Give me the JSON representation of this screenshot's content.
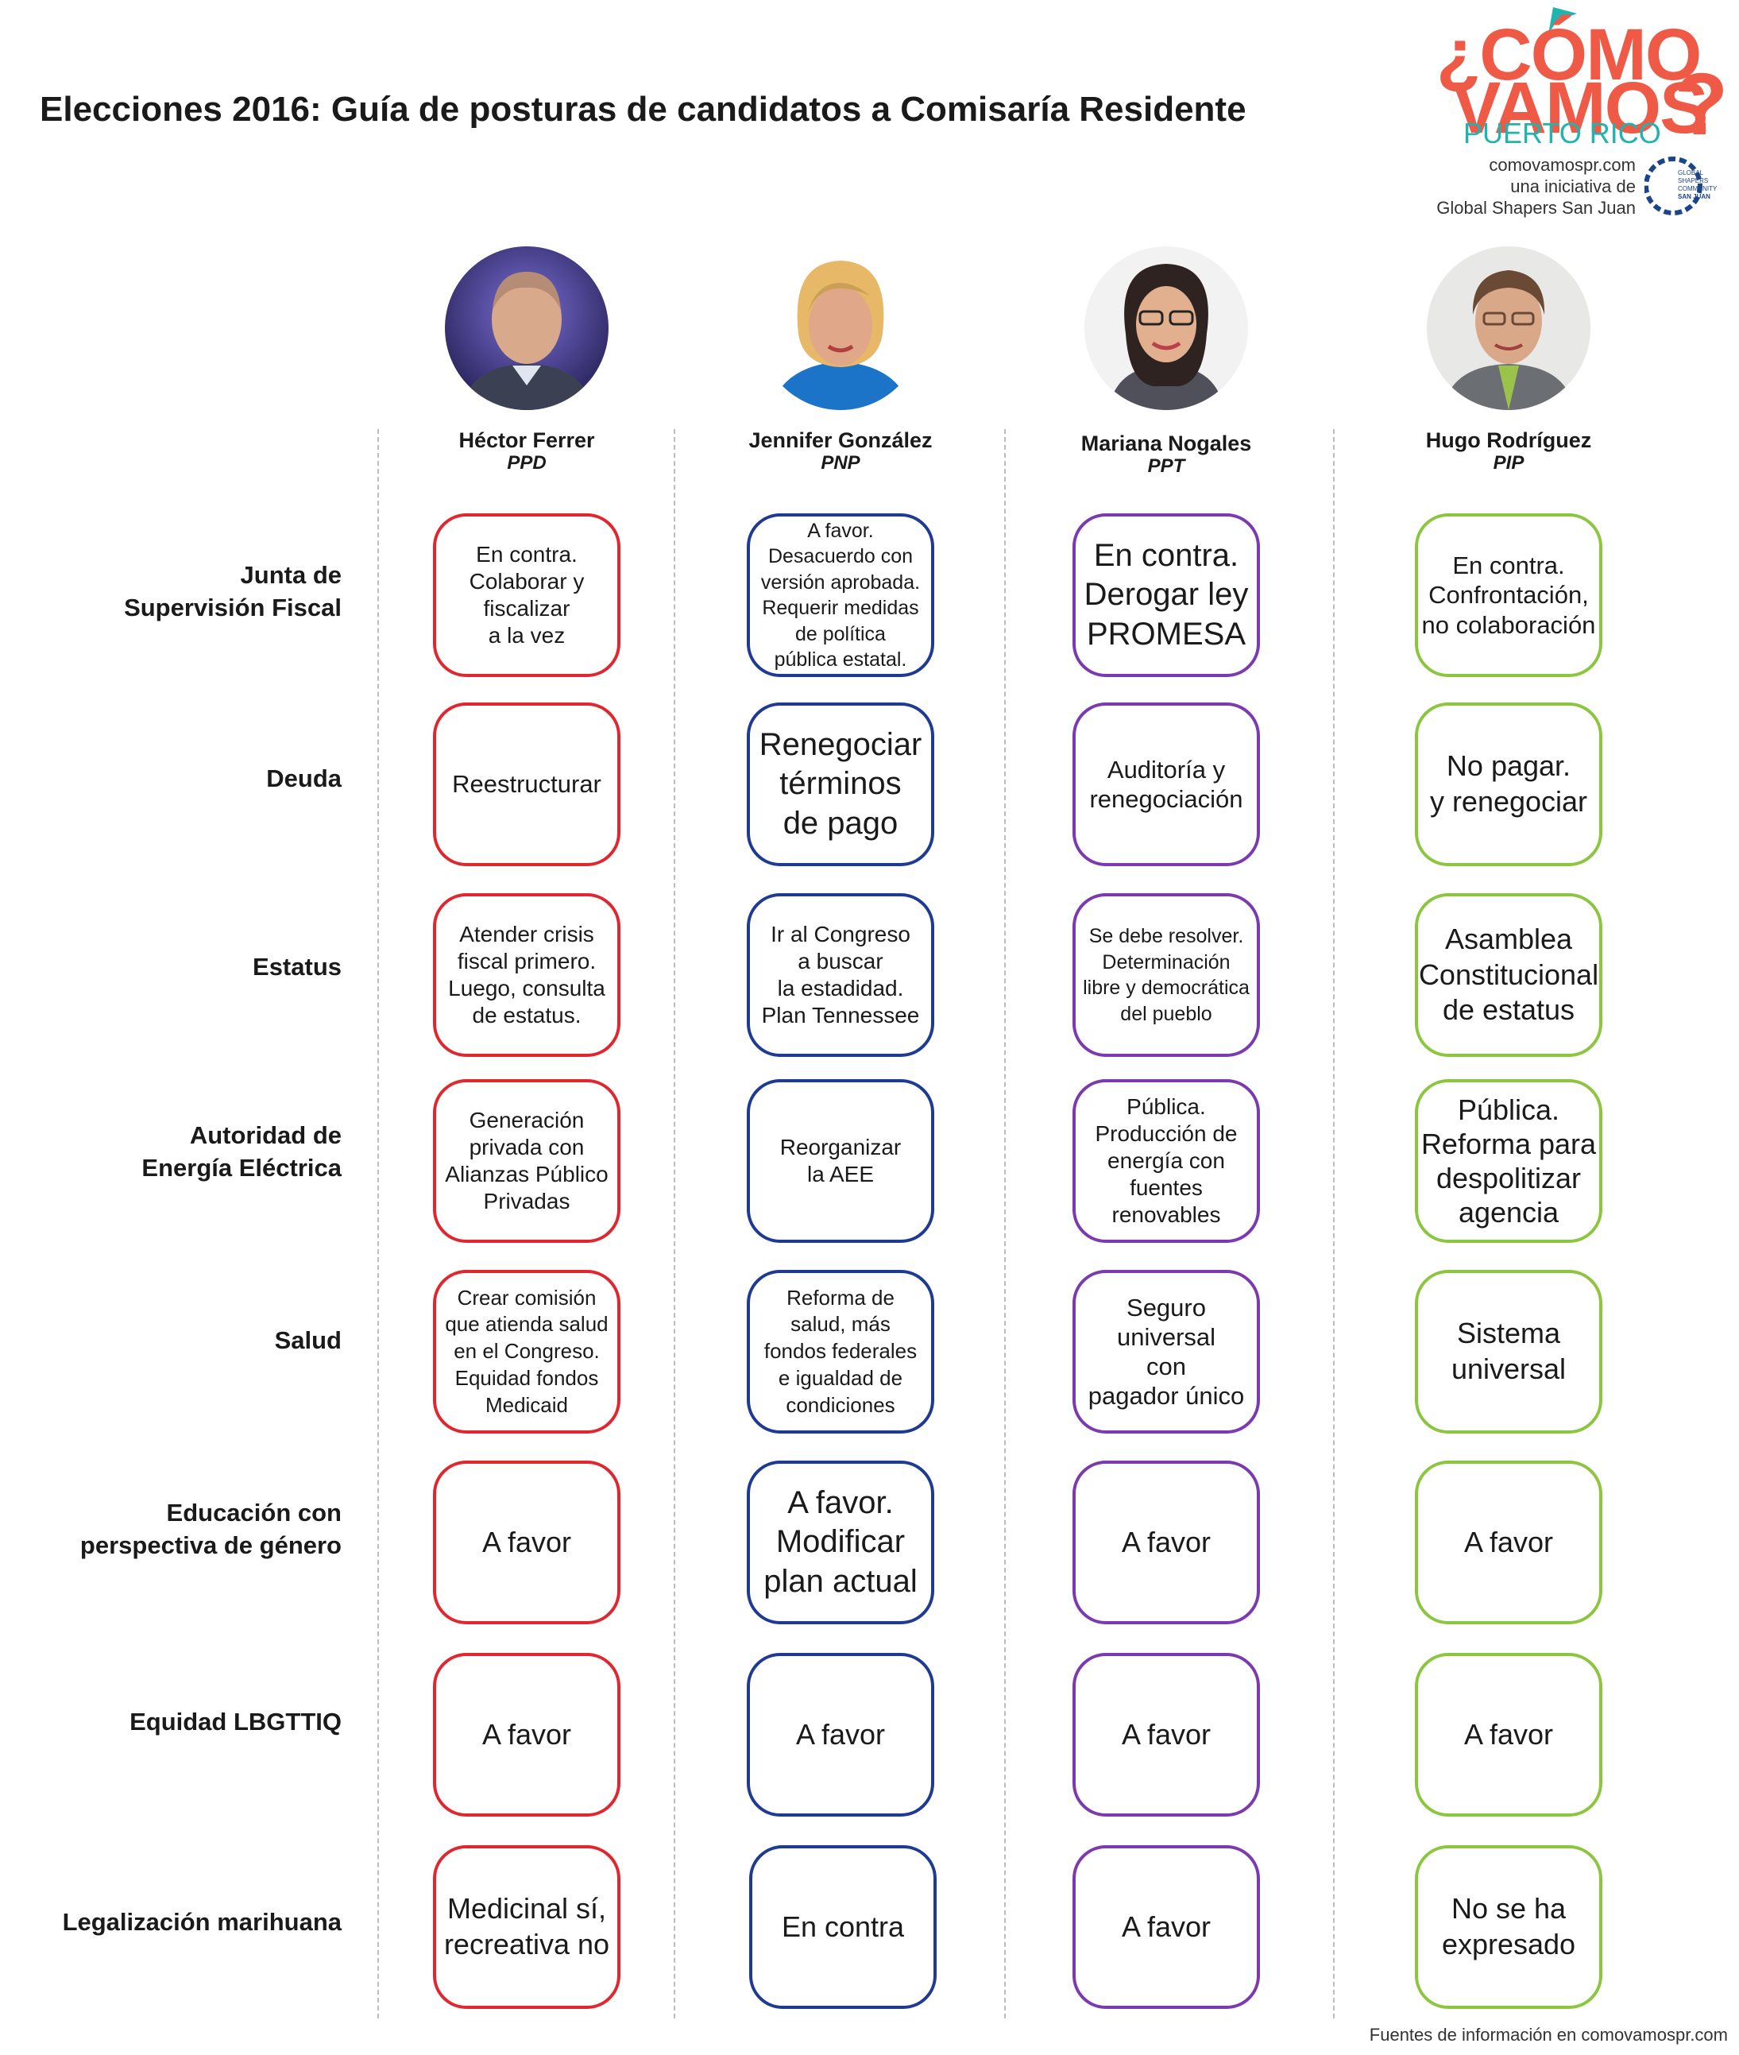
{
  "title": "Elecciones 2016: Guía de posturas de candidatos a Comisaría Residente",
  "logo": {
    "line1": "¿CÓMO",
    "line2": "VAMOS",
    "qmark": "?",
    "subtitle": "PUERTO RICO",
    "website": "comovamospr.com",
    "initiative": "una iniciativa de",
    "org": "Global Shapers San Juan",
    "badge_lines": [
      "GLOBAL",
      "SHAPERS",
      "COMMUNITY",
      "SAN JUAN"
    ],
    "colors": {
      "brand": "#ee5a45",
      "teal": "#1fb4b0",
      "navy": "#1c4587"
    }
  },
  "candidates": [
    {
      "name": "Héctor Ferrer",
      "party": "PPD",
      "color": "#e0262f"
    },
    {
      "name": "Jennifer González",
      "party": "PNP",
      "color": "#1f3a93"
    },
    {
      "name": "Mariana Nogales",
      "party": "PPT",
      "color": "#7b3ab0"
    },
    {
      "name": "Hugo Rodríguez",
      "party": "PIP",
      "color": "#8cc63f"
    }
  ],
  "rows": [
    {
      "label": "Junta de\nSupervisión Fiscal",
      "positions": [
        "En contra.\nColaborar y\nfiscalizar\na la vez",
        "A favor.\nDesacuerdo con\nversión aprobada.\nRequerir medidas\nde política\npública estatal.",
        "En contra.\nDerogar ley\nPROMESA",
        "En contra.\nConfrontación,\nno colaboración"
      ]
    },
    {
      "label": "Deuda",
      "positions": [
        "Reestructurar",
        "Renegociar\ntérminos\nde pago",
        "Auditoría y\nrenegociación",
        "No pagar.\ny renegociar"
      ]
    },
    {
      "label": "Estatus",
      "positions": [
        "Atender crisis\nfiscal primero.\nLuego, consulta\nde estatus.",
        "Ir al Congreso\na buscar\nla estadidad.\nPlan Tennessee",
        "Se debe resolver.\nDeterminación\nlibre y democrática\ndel pueblo",
        "Asamblea\nConstitucional\nde estatus"
      ]
    },
    {
      "label": "Autoridad de\nEnergía Eléctrica",
      "positions": [
        "Generación\nprivada con\nAlianzas Público\nPrivadas",
        "Reorganizar\nla AEE",
        "Pública.\nProducción de\nenergía con\nfuentes\nrenovables",
        "Pública.\nReforma para\ndespolitizar\nagencia"
      ]
    },
    {
      "label": "Salud",
      "positions": [
        "Crear comisión\nque atienda salud\nen el Congreso.\nEquidad fondos\nMedicaid",
        "Reforma de\nsalud, más\nfondos federales\ne igualdad de\ncondiciones",
        "Seguro\nuniversal\ncon\npagador único",
        "Sistema\nuniversal"
      ]
    },
    {
      "label": "Educación con\nperspectiva de género",
      "positions": [
        "A favor",
        "A favor.\nModificar\nplan actual",
        "A favor",
        "A favor"
      ]
    },
    {
      "label": "Equidad LBGTTIQ",
      "positions": [
        "A favor",
        "A favor",
        "A favor",
        "A favor"
      ]
    },
    {
      "label": "Legalización marihuana",
      "positions": [
        "Medicinal sí,\nrecreativa no",
        "En contra",
        "A favor",
        "No se ha\nexpresado"
      ]
    }
  ],
  "footer": "Fuentes de información en comovamospr.com"
}
